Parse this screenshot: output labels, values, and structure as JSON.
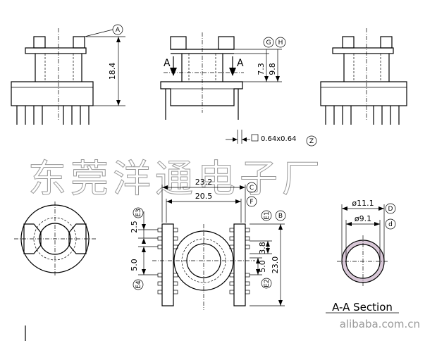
{
  "watermark": "东莞洋通电子厂",
  "site": "alibaba.com.cn",
  "section_title": "A-A Section",
  "section_marks": [
    "A",
    "A"
  ],
  "pin_note": "0.64x0.64",
  "pin_note_label": "Z",
  "dims": {
    "height_184": "18.4",
    "d73": "7.3",
    "d98": "9.8",
    "w232": "23.2",
    "w205": "20.5",
    "p25": "2.5",
    "p50_left": "5.0",
    "p50_right": "5.0",
    "p38": "3.8",
    "h230": "23.0",
    "od": "ø11.1",
    "id": "ø9.1"
  },
  "labels": {
    "A": "A",
    "G": "G",
    "H": "H",
    "C": "C",
    "F": "F",
    "B": "B",
    "E1": "E1",
    "E2": "E2",
    "E3": "E3",
    "E4": "E4",
    "D": "D",
    "d": "d"
  }
}
